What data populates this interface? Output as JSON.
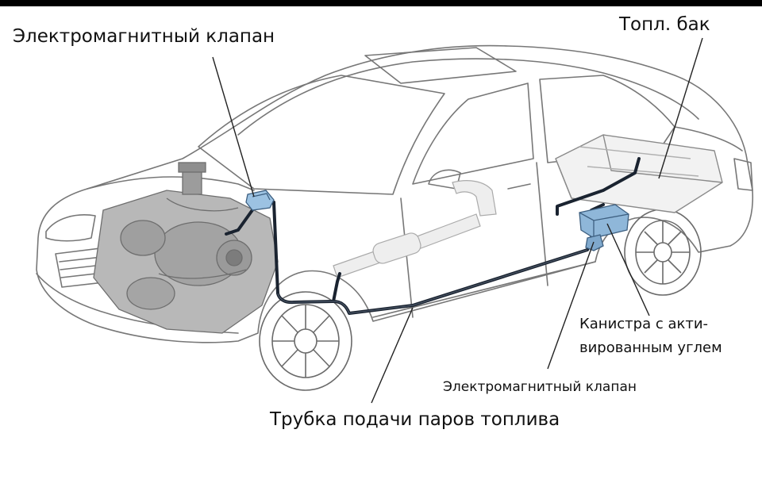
{
  "labels": {
    "valve_front": "Электромагнитный клапан",
    "fuel_tank": "Топл. бак",
    "canister_line1": "Канистра с акти-",
    "canister_line2": "вированным углем",
    "valve_rear": "Электромагнитный клапан",
    "vapor_line": "Трубка подачи паров топлива"
  },
  "colors": {
    "car_outline": "#6f6f6f",
    "engine": "#8a8a8a",
    "fuel_line": "#1a2330",
    "component_blue": "#8fb7d9",
    "leader_line": "#222222"
  }
}
